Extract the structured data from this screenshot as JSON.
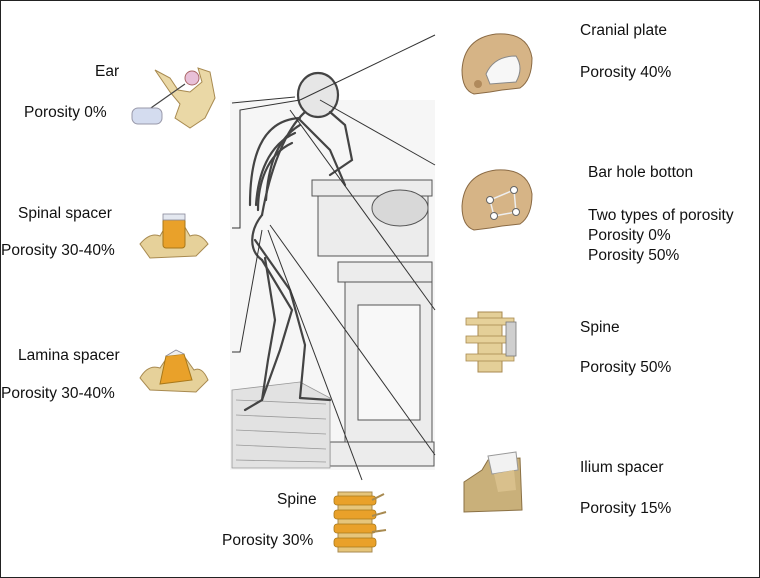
{
  "labels": {
    "ear_name": "Ear",
    "ear_porosity": "Porosity 0%",
    "spinal_spacer_name": "Spinal spacer",
    "spinal_spacer_porosity": "Porosity 30-40%",
    "lamina_spacer_name": "Lamina spacer",
    "lamina_spacer_porosity": "Porosity 30-40%",
    "spine_bottom_name": "Spine",
    "spine_bottom_porosity": "Porosity 30%",
    "cranial_plate_name": "Cranial plate",
    "cranial_plate_porosity": "Porosity 40%",
    "bar_hole_name": "Bar hole botton",
    "bar_hole_types": "Two types of porosity",
    "bar_hole_porosity_a": "Porosity 0%",
    "bar_hole_porosity_b": "Porosity 50%",
    "spine_right_name": "Spine",
    "spine_right_porosity": "Porosity 50%",
    "ilium_spacer_name": "Ilium spacer",
    "ilium_spacer_porosity": "Porosity 15%"
  },
  "colors": {
    "bone": "#e8d6a4",
    "bone_dark": "#b79a5e",
    "implant_orange": "#e9a12a",
    "implant_white": "#f4f4f4",
    "line": "#333333"
  },
  "icons": {
    "ear": "ear-ossicle-icon",
    "skull": "skull-icon",
    "vertebra": "vertebra-icon",
    "ilium": "ilium-block-icon",
    "skeleton": "skeleton-illustration"
  }
}
